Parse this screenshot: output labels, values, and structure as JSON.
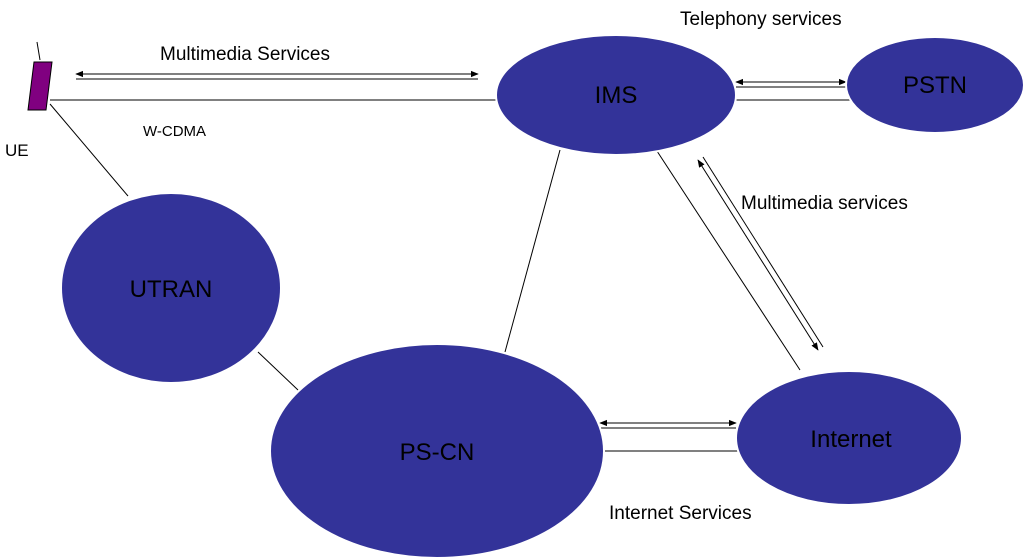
{
  "nodes": {
    "ims": "IMS",
    "pstn": "PSTN",
    "utran": "UTRAN",
    "pscn": "PS-CN",
    "internet": "Internet"
  },
  "device": {
    "label": "UE",
    "color": "#800080"
  },
  "labels": {
    "multimedia_services_top": "Multimedia Services",
    "wcdma": "W-CDMA",
    "telephony_services": "Telephony services",
    "multimedia_services_right": "Multimedia services",
    "internet_services": "Internet Services"
  },
  "colors": {
    "node_fill": "#333399"
  }
}
